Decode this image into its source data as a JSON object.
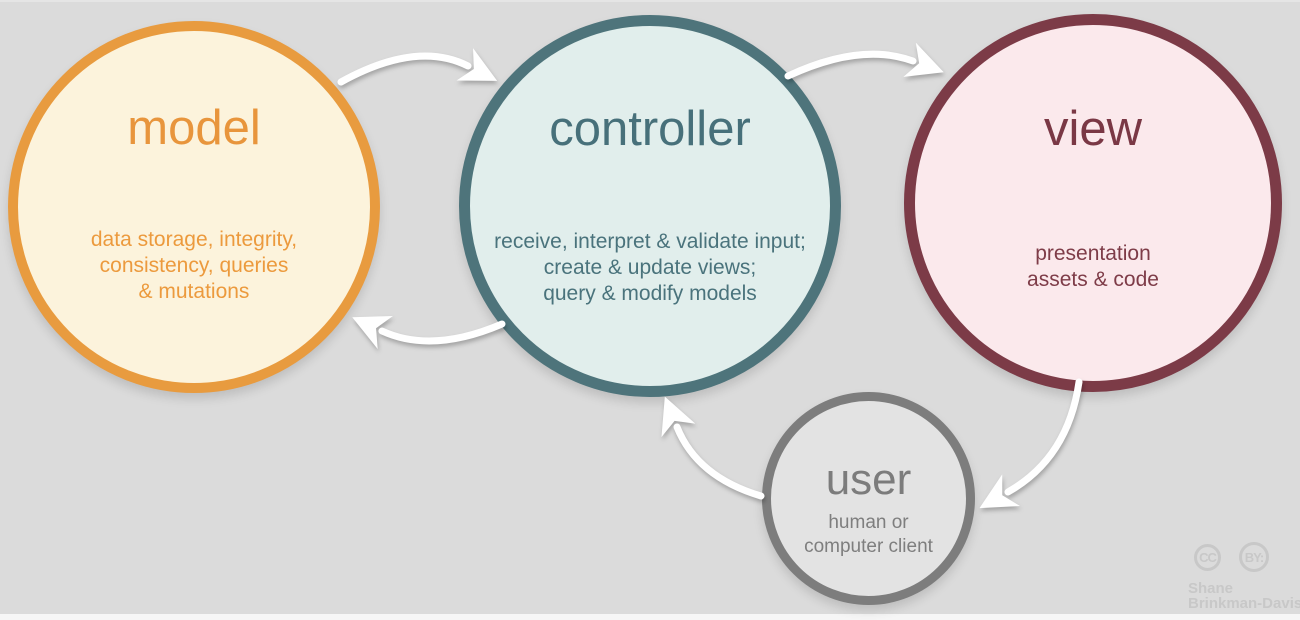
{
  "nodes": {
    "model": {
      "title": "model",
      "desc": [
        "data storage, integrity,",
        "consistency, queries",
        "& mutations"
      ],
      "accent_color": "#E89B3F",
      "fill_color": "#FCF3DC"
    },
    "controller": {
      "title": "controller",
      "desc": [
        "receive, interpret & validate input;",
        "create & update views;",
        "query & modify models"
      ],
      "accent_color": "#4E747B",
      "fill_color": "#E1EEEC"
    },
    "view": {
      "title": "view",
      "desc": [
        "presentation",
        "assets & code"
      ],
      "accent_color": "#7C3B47",
      "fill_color": "#FBE9EC"
    },
    "user": {
      "title": "user",
      "desc": [
        "human or",
        "computer client"
      ],
      "accent_color": "#7D7D7D",
      "fill_color": "#E3E3E3"
    }
  },
  "arrows": [
    {
      "from": "model",
      "to": "controller"
    },
    {
      "from": "controller",
      "to": "view"
    },
    {
      "from": "controller",
      "to": "model"
    },
    {
      "from": "view",
      "to": "user"
    },
    {
      "from": "user",
      "to": "controller"
    }
  ],
  "arrow_color": "#FFFFFF",
  "background_color": "#DBDBDB",
  "attribution": {
    "cc_label": "CC",
    "by_label": "BY:",
    "name_line1": "Shane",
    "name_line2": "Brinkman-Davis"
  }
}
